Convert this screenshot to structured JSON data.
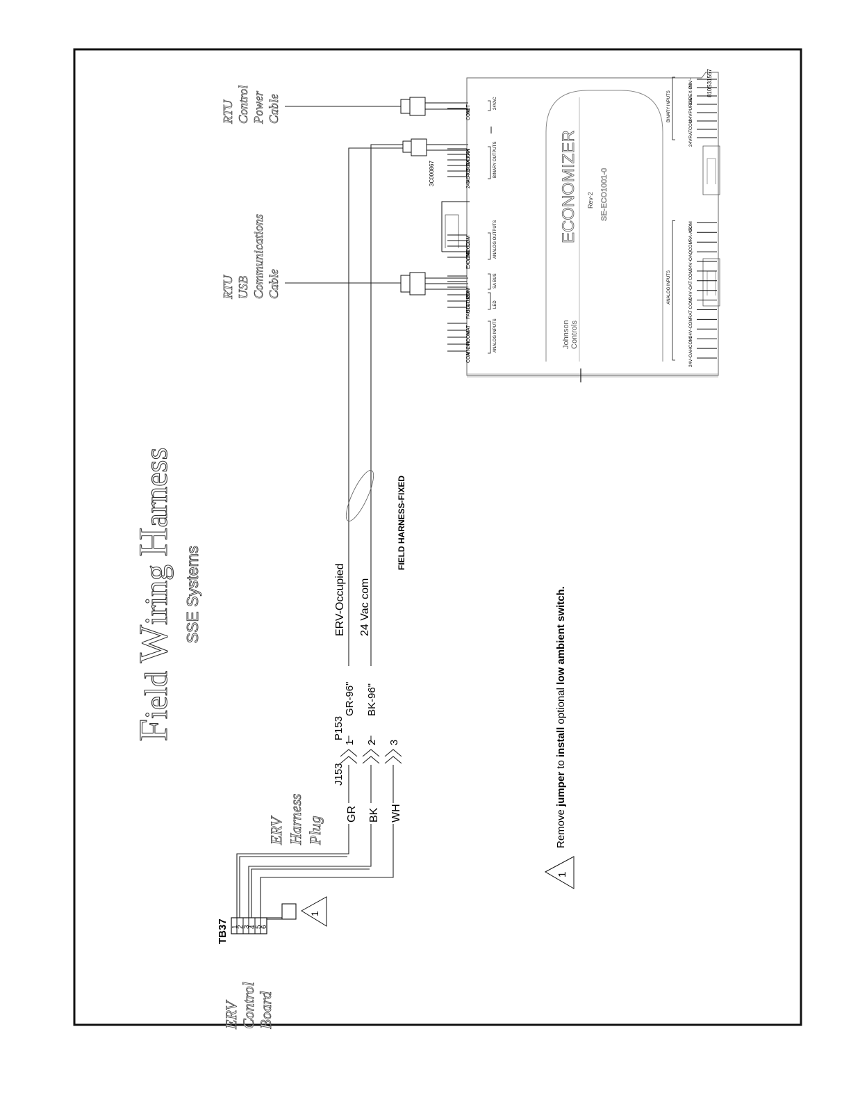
{
  "title": {
    "line1_parts": [
      "F",
      "ield ",
      "W",
      "iring ",
      "H",
      "arness"
    ],
    "subtitle": "SSE Systems"
  },
  "erv_control_board": {
    "label_lines": [
      "ERV",
      "Control",
      "Board"
    ],
    "terminal_block": "TB37",
    "terminals": [
      "1",
      "2",
      "3",
      "4",
      "5",
      "6"
    ],
    "note_marker": "1"
  },
  "erv_harness_plug": {
    "label_lines": [
      "ERV",
      "Harness",
      "Plug"
    ],
    "connector_j": "J153",
    "connector_p": "P153"
  },
  "wires": [
    {
      "color_code": "GR",
      "pin": "1",
      "length_label": "GR-96\"",
      "function": "ERV-Occupied"
    },
    {
      "color_code": "BK",
      "pin": "2",
      "length_label": "BK-96\"",
      "function": "24 Vac com"
    },
    {
      "color_code": "WH",
      "pin": "3",
      "length_label": "",
      "function": ""
    }
  ],
  "field_harness_label": "FIELD HARNESS-FIXED",
  "cables": {
    "power": [
      "RTU",
      "Control",
      "Power",
      "Cable"
    ],
    "comms": [
      "RTU",
      "USB",
      "Communications",
      "Cable"
    ]
  },
  "economizer": {
    "name": "ECONOMIZER",
    "brand_lines": [
      "Johnson",
      "Controls"
    ],
    "rev": "Rev-2",
    "model": "SE-ECO1001-0",
    "connector_id": "3C000867",
    "serial": "810S31557",
    "top_sections": {
      "analog_inputs": {
        "title": "ANALOG INPUTS",
        "pins": [
          "COM",
          "AIN IN",
          "24V~",
          "COM",
          "MAT"
        ]
      },
      "led": {
        "title": "LED",
        "pins": [
          "FAULT",
          "STATUS",
          "COMM"
        ]
      },
      "sa_bus": {
        "title": "SA BUS",
        "pins": [
          "COM",
          "+",
          "-"
        ]
      },
      "analog_outputs": {
        "title": "ANALOG OUTPUTS",
        "pins": [
          "EX VFD",
          "COM",
          "24V~",
          "ECON",
          "COM"
        ]
      },
      "binary_outputs": {
        "title": "BINARY OUTPUTS",
        "pins": [
          "24V~",
          "ACT-B",
          "ACT-A",
          "COM",
          "EX-FAN",
          "COM"
        ]
      },
      "power_24v": {
        "title": "24VAC",
        "pins": [
          "COM",
          "HOT"
        ]
      }
    },
    "bottom_sections": {
      "analog_inputs": {
        "title": "ANALOG INPUTS",
        "pins": [
          "24V~",
          "OAH",
          "COM",
          "24V~",
          "COM",
          "RAT",
          "COM",
          "24V~",
          "OAT",
          "COM",
          "24V~",
          "OAQ",
          "COM",
          "RA-AR",
          "COM"
        ]
      },
      "binary_inputs": {
        "title": "BINARY INPUTS",
        "pins": [
          "24V~",
          "RAT",
          "COM",
          "24V~",
          "PURGE",
          "24V~",
          "EX-PS",
          "24V~"
        ]
      }
    }
  },
  "footnote": {
    "marker": "1",
    "parts": [
      "Remove ",
      "jumper",
      " to ",
      "install",
      " optional ",
      "low",
      " ambient switch."
    ]
  }
}
